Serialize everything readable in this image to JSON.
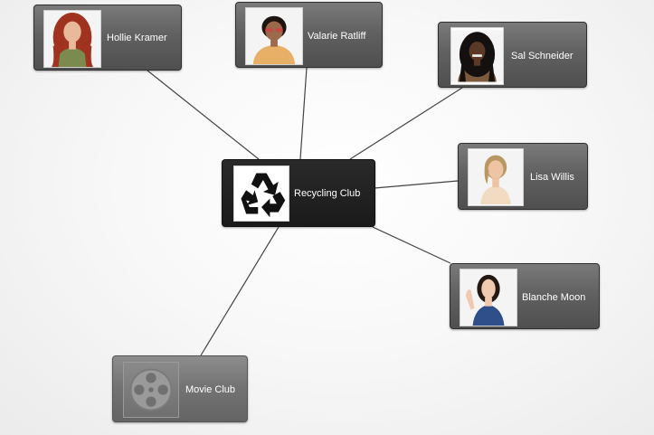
{
  "graph": {
    "center": {
      "label": "Recycling Club",
      "icon": "recycle-icon"
    },
    "people": [
      {
        "name": "Hollie Kramer",
        "skin": "#e8b99a",
        "hair": "#a0331f",
        "top": "#7b8a4f"
      },
      {
        "name": "Valarie Ratliff",
        "skin": "#9a6a4a",
        "hair": "#1d1410",
        "top": "#e8b067"
      },
      {
        "name": "Sal Schneider",
        "skin": "#5a3a26",
        "hair": "#151010",
        "top": "#7e5a3c"
      },
      {
        "name": "Lisa Willis",
        "skin": "#eec4a5",
        "hair": "#b99763",
        "top": "#f1dcc2"
      },
      {
        "name": "Blanche Moon",
        "skin": "#efc9b0",
        "hair": "#241813",
        "top": "#2f4f8a"
      }
    ],
    "groups": [
      {
        "label": "Movie Club",
        "icon": "film-reel-icon"
      }
    ]
  }
}
